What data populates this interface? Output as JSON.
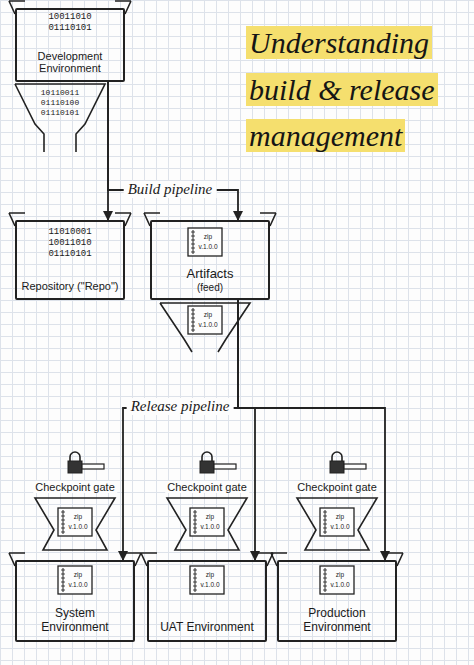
{
  "diagram": {
    "title": "Understanding build & release management",
    "nodes": [
      {
        "text": [
          "Development Environment"
        ]
      },
      {
        "text": [
          "Repository (\"Repo\")"
        ]
      },
      {
        "text": [
          "Artifacts",
          "(feed)"
        ]
      },
      {
        "text": [
          "System Environment"
        ]
      },
      {
        "text": [
          "UAT Environment"
        ]
      },
      {
        "text": [
          "Production Environment"
        ]
      }
    ],
    "edges": [
      {
        "from": 0,
        "to": 1,
        "arrow": "to"
      },
      {
        "from": 0,
        "to": 2,
        "arrow": "to"
      },
      {
        "from": 2,
        "to": 3,
        "arrow": "to"
      },
      {
        "from": 2,
        "to": 4,
        "arrow": "to"
      },
      {
        "from": 2,
        "to": 5,
        "arrow": "to"
      }
    ],
    "labels": [
      "10011010",
      "01110101",
      "10110011",
      "01110100",
      "01110101",
      "Build pipeline",
      "11010001",
      "10011010",
      "01110101",
      "zip",
      "v.1.0.0",
      "zip",
      "v.1.0.0",
      "Release pipeline",
      "Checkpoint gate",
      "zip",
      "v.1.0.0",
      "zip",
      "v.1.0.0",
      "Checkpoint gate",
      "zip",
      "v.1.0.0",
      "zip",
      "v.1.0.0",
      "Checkpoint gate",
      "zip",
      "v.1.0.0",
      "zip",
      "v.1.0.0"
    ]
  }
}
